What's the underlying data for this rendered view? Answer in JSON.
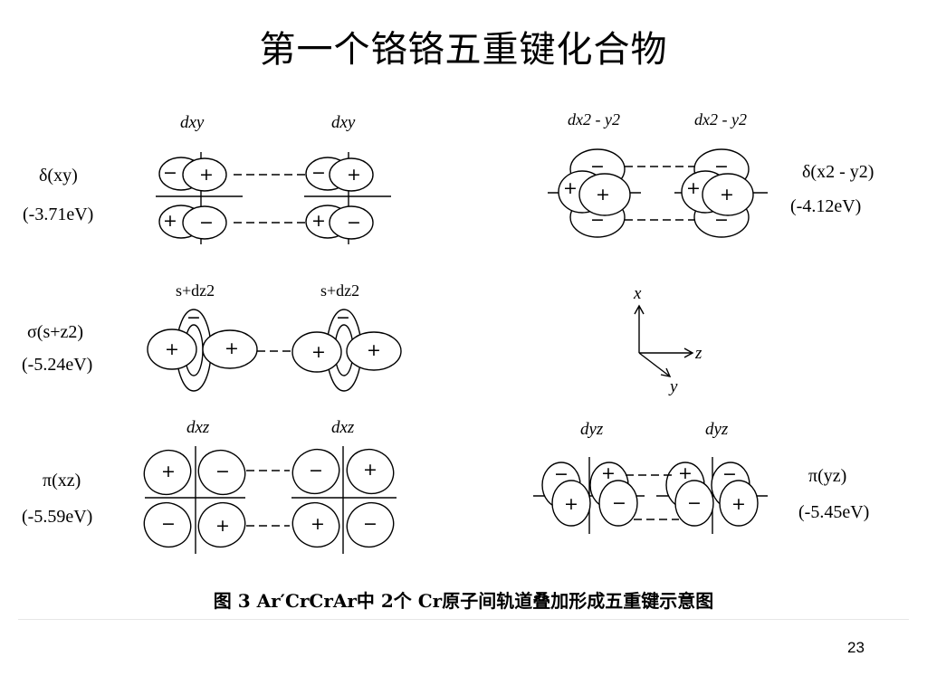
{
  "slide": {
    "title": "第一个铬铬五重键化合物",
    "caption": "图 3   Ar′CrCrAr中 2个 Cr原子间轨道叠加形成五重键示意图",
    "page_number": "23"
  },
  "orbitals": {
    "delta_xy": {
      "label_left": "dxy",
      "label_right": "dxy",
      "name": "δ(xy)",
      "energy": "(-3.71eV)"
    },
    "delta_x2y2": {
      "label_left": "dx2 - y2",
      "label_right": "dx2 - y2",
      "name": "δ(x2 - y2)",
      "energy": "(-4.12eV)"
    },
    "sigma": {
      "label_left": "s+dz2",
      "label_right": "s+dz2",
      "name": "σ(s+z2)",
      "energy": "(-5.24eV)"
    },
    "pi_xz": {
      "label_left": "dxz",
      "label_right": "dxz",
      "name": "π(xz)",
      "energy": "(-5.59eV)"
    },
    "pi_yz": {
      "label_left": "dyz",
      "label_right": "dyz",
      "name": "π(yz)",
      "energy": "(-5.45eV)"
    }
  },
  "axes": {
    "x": "x",
    "y": "y",
    "z": "z"
  },
  "signs": {
    "plus": "+",
    "minus": "−"
  }
}
